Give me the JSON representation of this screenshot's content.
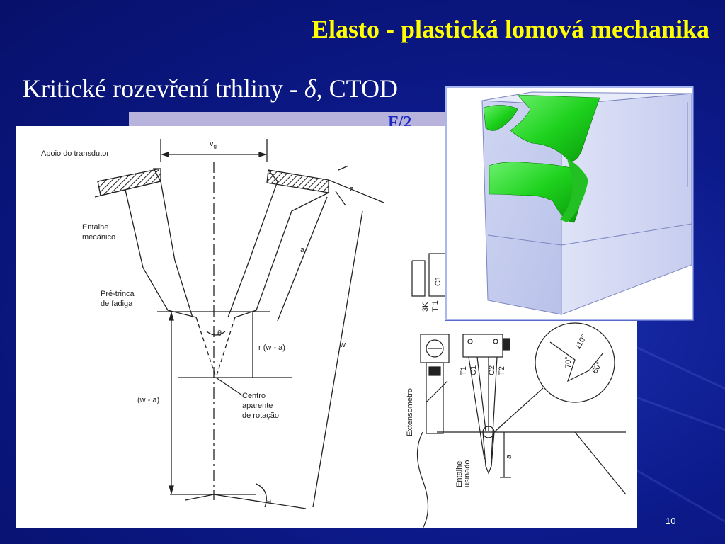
{
  "slide": {
    "title": "Elasto - plastická lomová mechanika",
    "subtitle_prefix": "Kritické rozevření trhliny - ",
    "subtitle_symbol": "δ",
    "subtitle_suffix": ", CTOD",
    "partial_label": "F/2",
    "page_number": "10"
  },
  "diagram_left": {
    "vg": "v",
    "vg_sub": "g",
    "z": "z",
    "a": "a",
    "w": "w",
    "r": "r (w - a)",
    "w_minus_a": "(w - a)",
    "theta": "θ",
    "apoio": "Apoio do transdutor",
    "entalhe_1": "Entalhe",
    "entalhe_2": "mecânico",
    "pretrinca_1": "Pré-trinca",
    "pretrinca_2": "de fadiga",
    "centro_1": "Centro",
    "centro_2": "aparente",
    "centro_3": "de rotação"
  },
  "diagram_right": {
    "t1": "T1",
    "c1": "C1",
    "c2": "C2",
    "t2": "T2",
    "extensometro": "Extensometro",
    "entalhe_usinado_1": "Entalhe",
    "entalhe_usinado_2": "usinado",
    "a": "a",
    "angle_70": "70°",
    "angle_110": "110°",
    "angle_60": "60°",
    "top_c1": "C1",
    "top_3k": "3K",
    "top_t1": "T 1"
  }
}
